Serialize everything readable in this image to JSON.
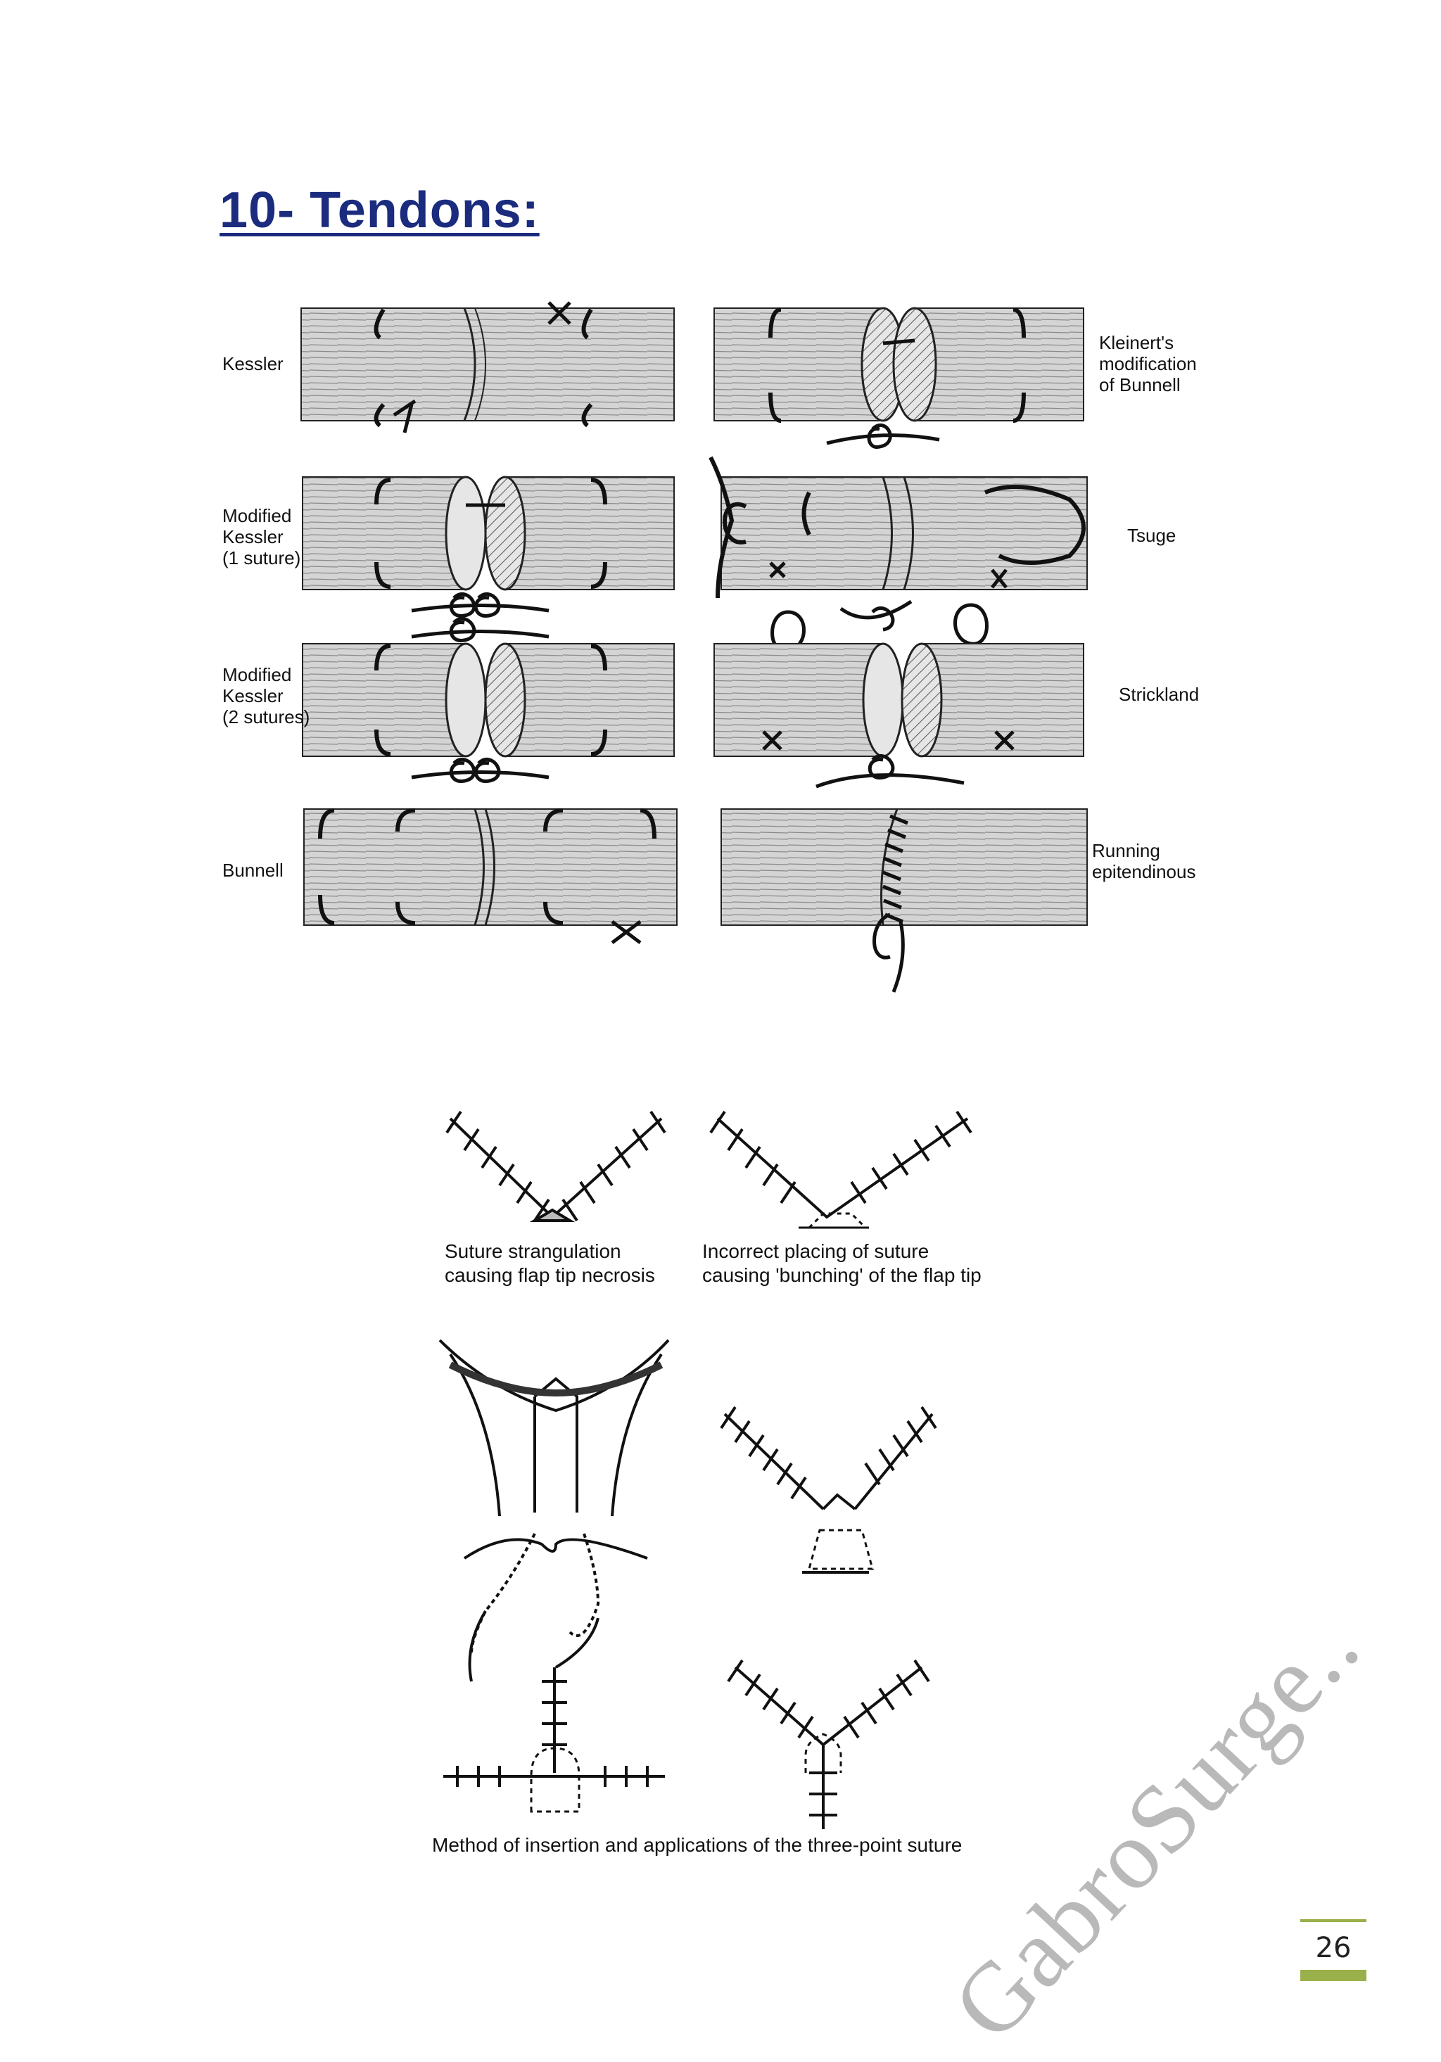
{
  "section": {
    "heading": "10- Tendons:"
  },
  "tendon_labels": {
    "kessler": "Kessler",
    "kleinert": "Kleinert's\nmodification\nof Bunnell",
    "mod_kessler_1": "Modified\nKessler\n(1 suture)",
    "tsuge": "Tsuge",
    "mod_kessler_2": "Modified\nKessler\n(2 sutures)",
    "strickland": "Strickland",
    "bunnell": "Bunnell",
    "running": "Running\nepitendinous"
  },
  "captions": {
    "strangulation": "Suture strangulation\ncausing flap tip necrosis",
    "bunching": "Incorrect placing of suture\ncausing 'bunching' of the flap tip",
    "three_point": "Method of insertion and applications of the three-point suture"
  },
  "watermark": "GabroSurge..",
  "page_number": "26",
  "colors": {
    "heading": "#1b2b7e",
    "accent": "#9ab04a",
    "tendon": "#d2d2d2",
    "watermark": "#b9b9b9"
  }
}
